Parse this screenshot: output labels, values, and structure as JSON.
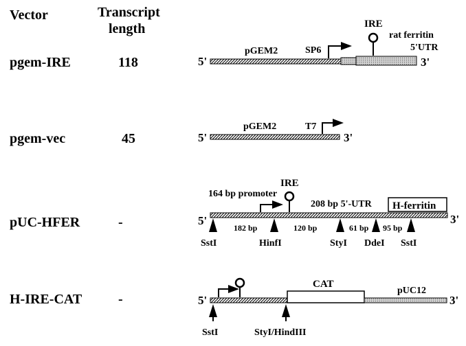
{
  "header": {
    "vector": "Vector",
    "transcript_line1": "Transcript",
    "transcript_line2": "length"
  },
  "rows": [
    {
      "name": "pgem-IRE",
      "length": "118",
      "five": "5'",
      "three": "3'",
      "labels": {
        "backbone": "pGEM2",
        "promoter": "SP6",
        "ire": "IRE",
        "utr1": "rat ferritin",
        "utr2": "5'UTR"
      }
    },
    {
      "name": "pgem-vec",
      "length": "45",
      "five": "5'",
      "three": "3'",
      "labels": {
        "backbone": "pGEM2",
        "promoter": "T7"
      }
    },
    {
      "name": "pUC-HFER",
      "length": "-",
      "five": "5'",
      "three": "3'",
      "labels": {
        "promoter": "164 bp promoter",
        "ire": "IRE",
        "utr": "208 bp 5'-UTR",
        "gene": "H-ferritin"
      },
      "segments": [
        "182 bp",
        "120 bp",
        "61 bp",
        "95 bp"
      ],
      "sites": [
        "SstI",
        "HinfI",
        "StyI",
        "DdeI",
        "SstI"
      ]
    },
    {
      "name": "H-IRE-CAT",
      "length": "-",
      "five": "5'",
      "three": "3'",
      "labels": {
        "gene": "CAT",
        "vector": "pUC12"
      },
      "sites": [
        "SstI",
        "StyI/HindIII"
      ]
    }
  ]
}
